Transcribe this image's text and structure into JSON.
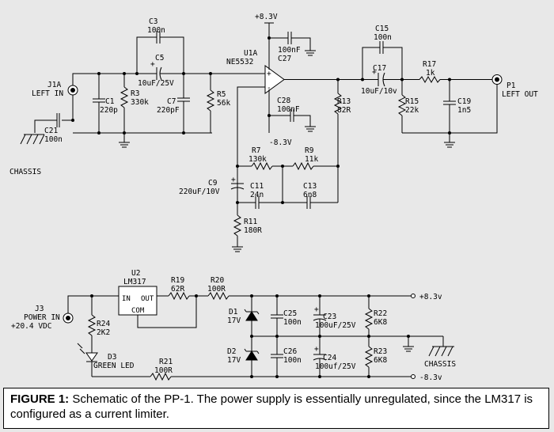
{
  "caption": {
    "figure_label": "FIGURE 1:",
    "text": " Schematic of the PP-1. The power supply is essentially unregulated, since the LM317 is configured as a current limiter."
  },
  "labels": {
    "j1a": "J1A",
    "left_in": "LEFT IN",
    "c21": "C21",
    "c21_val": "100n",
    "chassis_top": "CHASSIS",
    "c1": "C1",
    "c1_val": "220p",
    "r3": "R3",
    "r3_val": "330k",
    "c3": "C3",
    "c3_val": "100n",
    "c5": "C5",
    "c5_val": "10uF/25V",
    "c7": "C7",
    "c7_val": "220pF",
    "r5": "R5",
    "r5_val": "56k",
    "vplus_top": "+8.3V",
    "c27_val": "100nF",
    "c27": "C27",
    "u1a": "U1A",
    "ne5532": "NE5532",
    "c28": "C28",
    "c28_val": "100nF",
    "vminus_top": "-8.3V",
    "r13": "R13",
    "r13_val": "82R",
    "c15": "C15",
    "c15_val": "100n",
    "c17": "C17",
    "c17_val": "10uF/10v",
    "r17": "R17",
    "r17_val": "1k",
    "r15": "R15",
    "r15_val": "22k",
    "c19": "C19",
    "c19_val": "1n5",
    "p1": "P1",
    "left_out": "LEFT OUT",
    "r7": "R7",
    "r7_val": "130k",
    "r9": "R9",
    "r9_val": "11k",
    "c9": "C9",
    "c9_val": "220uF/10V",
    "c11": "C11",
    "c11_val": "24n",
    "c13": "C13",
    "c13_val": "6n8",
    "r11": "R11",
    "r11_val": "180R",
    "u2": "U2",
    "lm317": "LM317",
    "pin_in": "IN",
    "pin_out": "OUT",
    "pin_com": "COM",
    "r19": "R19",
    "r19_val": "62R",
    "r20": "R20",
    "r20_val": "100R",
    "j3": "J3",
    "power_in": "POWER IN",
    "vdc": "+20.4 VDC",
    "r24": "R24",
    "r24_val": "2K2",
    "d3": "D3",
    "green_led": "GREEN LED",
    "r21": "R21",
    "r21_val": "100R",
    "d1": "D1",
    "d1_val": "17V",
    "d2": "D2",
    "d2_val": "17V",
    "c25": "C25",
    "c25_val": "100n",
    "c23": "C23",
    "c23_val": "100uF/25V",
    "c26": "C26",
    "c26_val": "100n",
    "c24": "C24",
    "c24_val": "100uf/25V",
    "r22": "R22",
    "r22_val": "6K8",
    "r23": "R23",
    "r23_val": "6K8",
    "vplus_out": "+8.3v",
    "vminus_out": "-8.3v",
    "chassis_bottom": "CHASSIS",
    "opamp_minus": "-",
    "opamp_plus": "+",
    "plus_mark": "+"
  },
  "colors": {
    "background": "#e8e8e8",
    "ink": "#000000",
    "caption_bg": "#ffffff"
  }
}
